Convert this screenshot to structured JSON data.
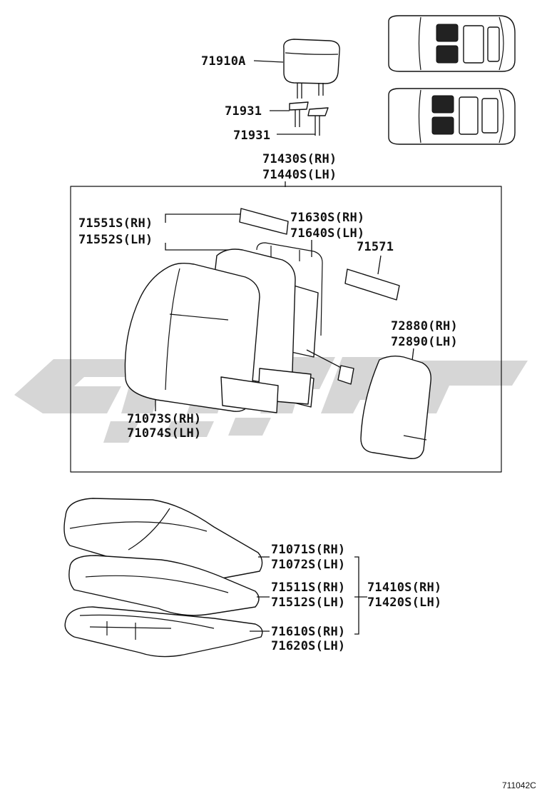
{
  "labels": {
    "headrest": "71910A",
    "support_1": "71931",
    "support_2": "71931",
    "back_assy_rh": "71430S(RH)",
    "back_assy_lh": "71440S(LH)",
    "back_pad_rh": "71551S(RH)",
    "back_pad_lh": "71552S(LH)",
    "back_frame_rh": "71630S(RH)",
    "back_frame_lh": "71640S(LH)",
    "back_plate": "71571",
    "back_board_rh": "72880(RH)",
    "back_board_lh": "72890(LH)",
    "back_cover_rh": "71073S(RH)",
    "back_cover_lh": "71074S(LH)",
    "cushion_cover_rh": "71071S(RH)",
    "cushion_cover_lh": "71072S(LH)",
    "cushion_pad_rh": "71511S(RH)",
    "cushion_pad_lh": "71512S(LH)",
    "cushion_assy_rh": "71410S(RH)",
    "cushion_assy_lh": "71420S(LH)",
    "cushion_frame_rh": "71610S(RH)",
    "cushion_frame_lh": "71620S(LH)"
  },
  "figure_code": "711042C",
  "colors": {
    "line": "#111111",
    "watermark": "#cfcfcf"
  }
}
